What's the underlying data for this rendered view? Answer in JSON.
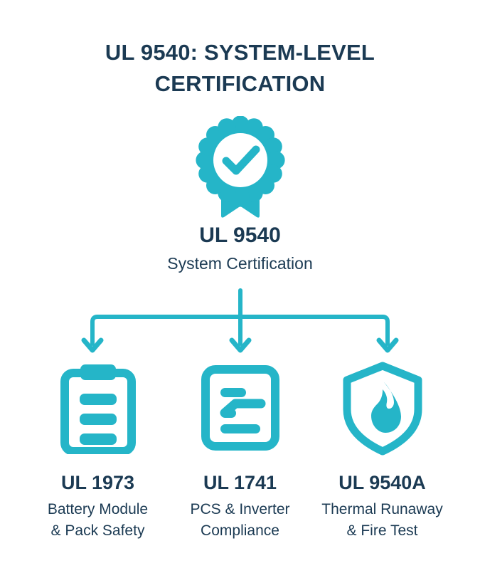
{
  "colors": {
    "accent": "#25b5c8",
    "text": "#1b3a53",
    "background": "#ffffff"
  },
  "header": {
    "title_line1": "UL 9540: SYSTEM-LEVEL",
    "title_line2": "CERTIFICATION"
  },
  "root": {
    "icon": "certification-badge-icon",
    "title": "UL 9540",
    "subtitle": "System Certification"
  },
  "branches": [
    {
      "icon": "clipboard-battery-icon",
      "title": "UL 1973",
      "desc_line1": "Battery Module",
      "desc_line2": "& Pack Safety"
    },
    {
      "icon": "inverter-circuit-icon",
      "title": "UL 1741",
      "desc_line1": "PCS & Inverter",
      "desc_line2": "Compliance"
    },
    {
      "icon": "shield-flame-icon",
      "title": "UL 9540A",
      "desc_line1": "Thermal Runaway",
      "desc_line2": "& Fire Test"
    }
  ]
}
